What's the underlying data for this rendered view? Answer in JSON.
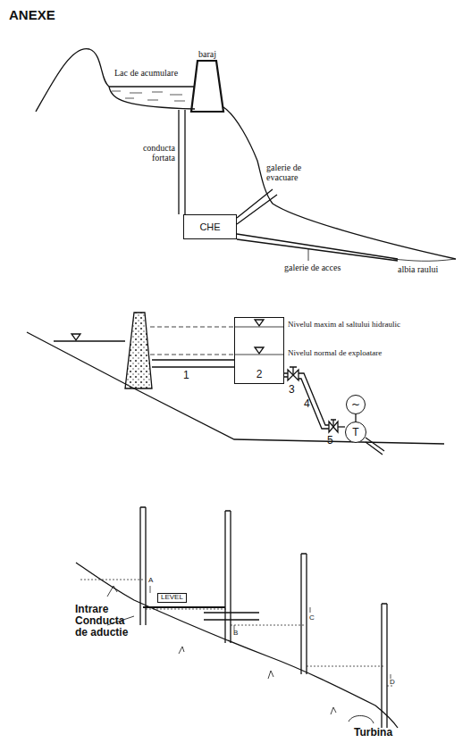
{
  "diagram": {
    "title": "ANEXE",
    "nodes": [
      {
        "text": [
          "CHE"
        ]
      },
      {
        "text": [
          "2"
        ]
      },
      {
        "text": [
          "~"
        ]
      },
      {
        "text": [
          "T"
        ]
      }
    ],
    "edges": [
      {
        "from": 2,
        "to": 3,
        "arrow": "none"
      }
    ],
    "labels": [
      "Lac de acumulare",
      "baraj",
      "conducta fortata",
      "galerie de evacuare",
      "galerie de acces",
      "albia raului",
      "Nivelul maxim al saltului hidraulic",
      "Nivelul normal de exploatare",
      "1",
      "3",
      "4",
      "5",
      "LEVEL",
      "A",
      "B",
      "C",
      "D",
      "Intrare Conducta de aductie",
      "Turbina"
    ]
  }
}
